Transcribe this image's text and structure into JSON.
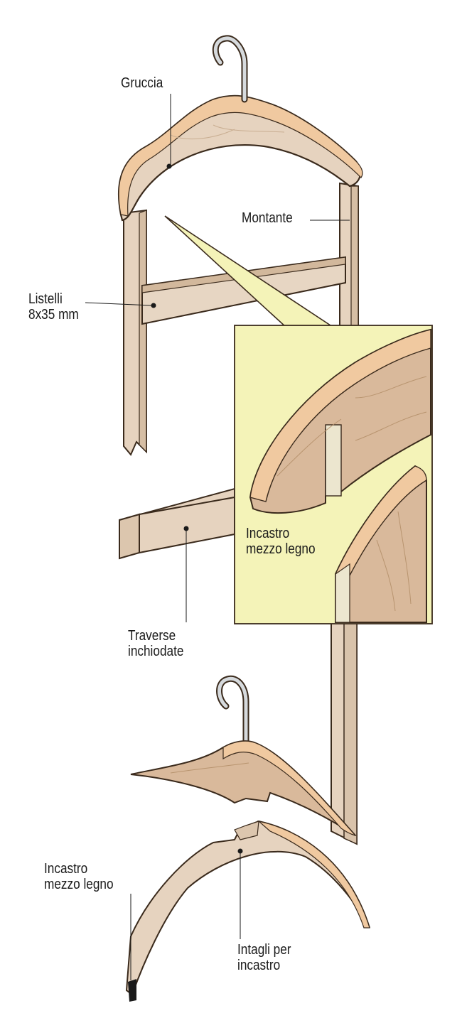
{
  "labels": {
    "gruccia": "Gruccia",
    "montante": "Montante",
    "listelli_line1": "Listelli",
    "listelli_line2": "8x35 mm",
    "incastro_detail_line1": "Incastro",
    "incastro_detail_line2": "mezzo legno",
    "traverse_line1": "Traverse",
    "traverse_line2": "inchiodate",
    "incastro_bottom_line1": "Incastro",
    "incastro_bottom_line2": "mezzo legno",
    "intagli_line1": "Intagli per",
    "intagli_line2": "incastro"
  },
  "colors": {
    "wood_light": "#ead9c6",
    "wood_edge": "#f0c9a0",
    "wood_dark": "#d2b89c",
    "detail_bg": "#f4f3b8",
    "outline": "#3a2a1c",
    "hook_metal": "#d6dadd"
  },
  "icons": {
    "hook_top": "hanger-hook-icon",
    "hook_bottom": "hanger-hook-icon"
  }
}
